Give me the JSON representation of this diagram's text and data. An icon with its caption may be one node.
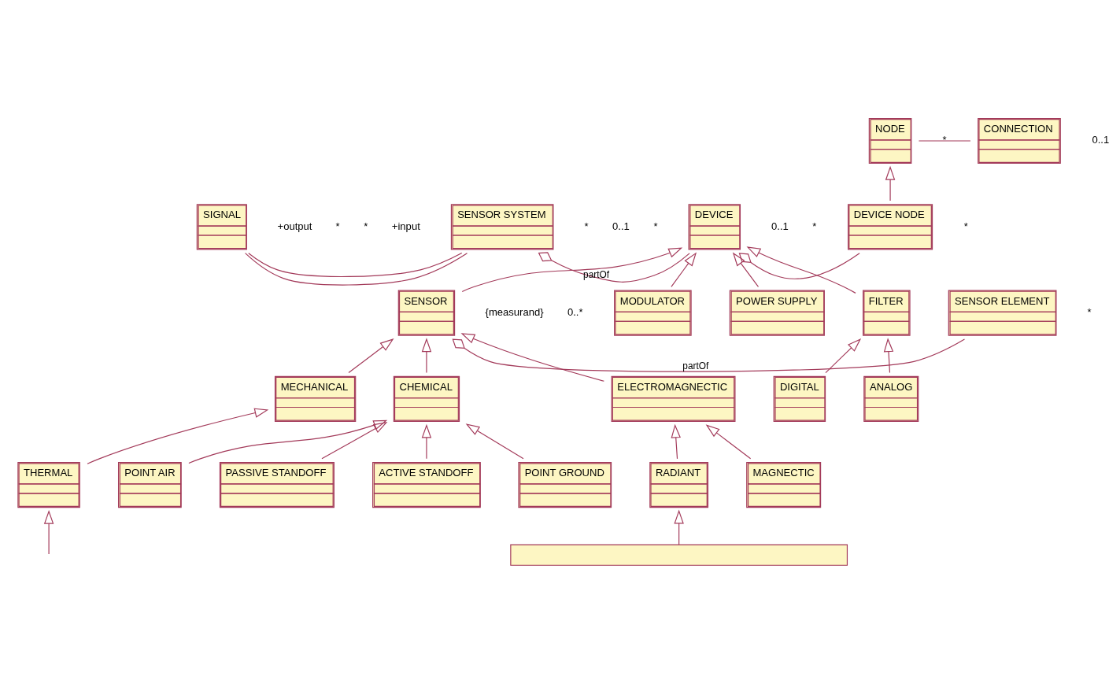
{
  "diagram": {
    "nodes": [
      {
        "text": [
          "NODE"
        ]
      },
      {
        "text": [
          "CONNECTION"
        ]
      },
      {
        "text": [
          "SIGNAL"
        ]
      },
      {
        "text": [
          "SENSOR SYSTEM"
        ]
      },
      {
        "text": [
          "DEVICE"
        ]
      },
      {
        "text": [
          "DEVICE NODE"
        ]
      },
      {
        "text": [
          "SENSOR ELEMENT"
        ]
      },
      {
        "text": [
          "SENSOR"
        ]
      },
      {
        "text": [
          "MODULATOR"
        ]
      },
      {
        "text": [
          "POWER SUPPLY"
        ]
      },
      {
        "text": [
          "FILTER"
        ]
      },
      {
        "text": [
          "MECHANICAL"
        ]
      },
      {
        "text": [
          "CHEMICAL"
        ]
      },
      {
        "text": [
          "ELECTROMAGNECTIC"
        ]
      },
      {
        "text": [
          "DIGITAL"
        ]
      },
      {
        "text": [
          "ANALOG"
        ]
      },
      {
        "text": [
          "THERMAL"
        ]
      },
      {
        "text": [
          "POINT AIR"
        ]
      },
      {
        "text": [
          "PASSIVE STANDOFF"
        ]
      },
      {
        "text": [
          "ACTIVE STANDOFF"
        ]
      },
      {
        "text": [
          "POINT GROUND"
        ]
      },
      {
        "text": [
          "RADIANT"
        ]
      },
      {
        "text": [
          "MAGNECTIC"
        ]
      },
      {
        "text": [],
        "shape": "box"
      }
    ],
    "edges": [
      {
        "from": 0,
        "to": 1,
        "arrow": "none"
      },
      {
        "from": 2,
        "to": 3,
        "arrow": "none"
      },
      {
        "from": 2,
        "to": 3,
        "arrow": "none"
      },
      {
        "from": 3,
        "to": 4,
        "arrow": "other",
        "label": "partOf"
      },
      {
        "from": 4,
        "to": 5,
        "arrow": "other"
      },
      {
        "from": 5,
        "to": 0,
        "arrow": "to"
      },
      {
        "from": 7,
        "to": 4,
        "arrow": "to"
      },
      {
        "from": 8,
        "to": 4,
        "arrow": "to"
      },
      {
        "from": 9,
        "to": 4,
        "arrow": "to"
      },
      {
        "from": 10,
        "to": 4,
        "arrow": "to"
      },
      {
        "from": 7,
        "to": 6,
        "arrow": "other",
        "label": "partOf"
      },
      {
        "from": 11,
        "to": 7,
        "arrow": "to"
      },
      {
        "from": 12,
        "to": 7,
        "arrow": "to"
      },
      {
        "from": 13,
        "to": 7,
        "arrow": "to"
      },
      {
        "from": 14,
        "to": 10,
        "arrow": "to"
      },
      {
        "from": 15,
        "to": 10,
        "arrow": "to"
      },
      {
        "from": 16,
        "to": 11,
        "arrow": "to"
      },
      {
        "from": 17,
        "to": 12,
        "arrow": "to"
      },
      {
        "from": 18,
        "to": 12,
        "arrow": "to"
      },
      {
        "from": 19,
        "to": 12,
        "arrow": "to"
      },
      {
        "from": 20,
        "to": 12,
        "arrow": "to"
      },
      {
        "from": 21,
        "to": 13,
        "arrow": "to"
      },
      {
        "from": 22,
        "to": 13,
        "arrow": "to"
      },
      {
        "from": null,
        "to": 16,
        "arrow": "to"
      },
      {
        "from": 23,
        "to": 21,
        "arrow": "to"
      }
    ],
    "labels": [
      "*",
      "0..1",
      "+input",
      "*",
      "*",
      "0..1",
      "*",
      "0..1",
      "*",
      "*",
      "+output",
      "*",
      "*",
      "0..*",
      "{measurand}"
    ]
  }
}
